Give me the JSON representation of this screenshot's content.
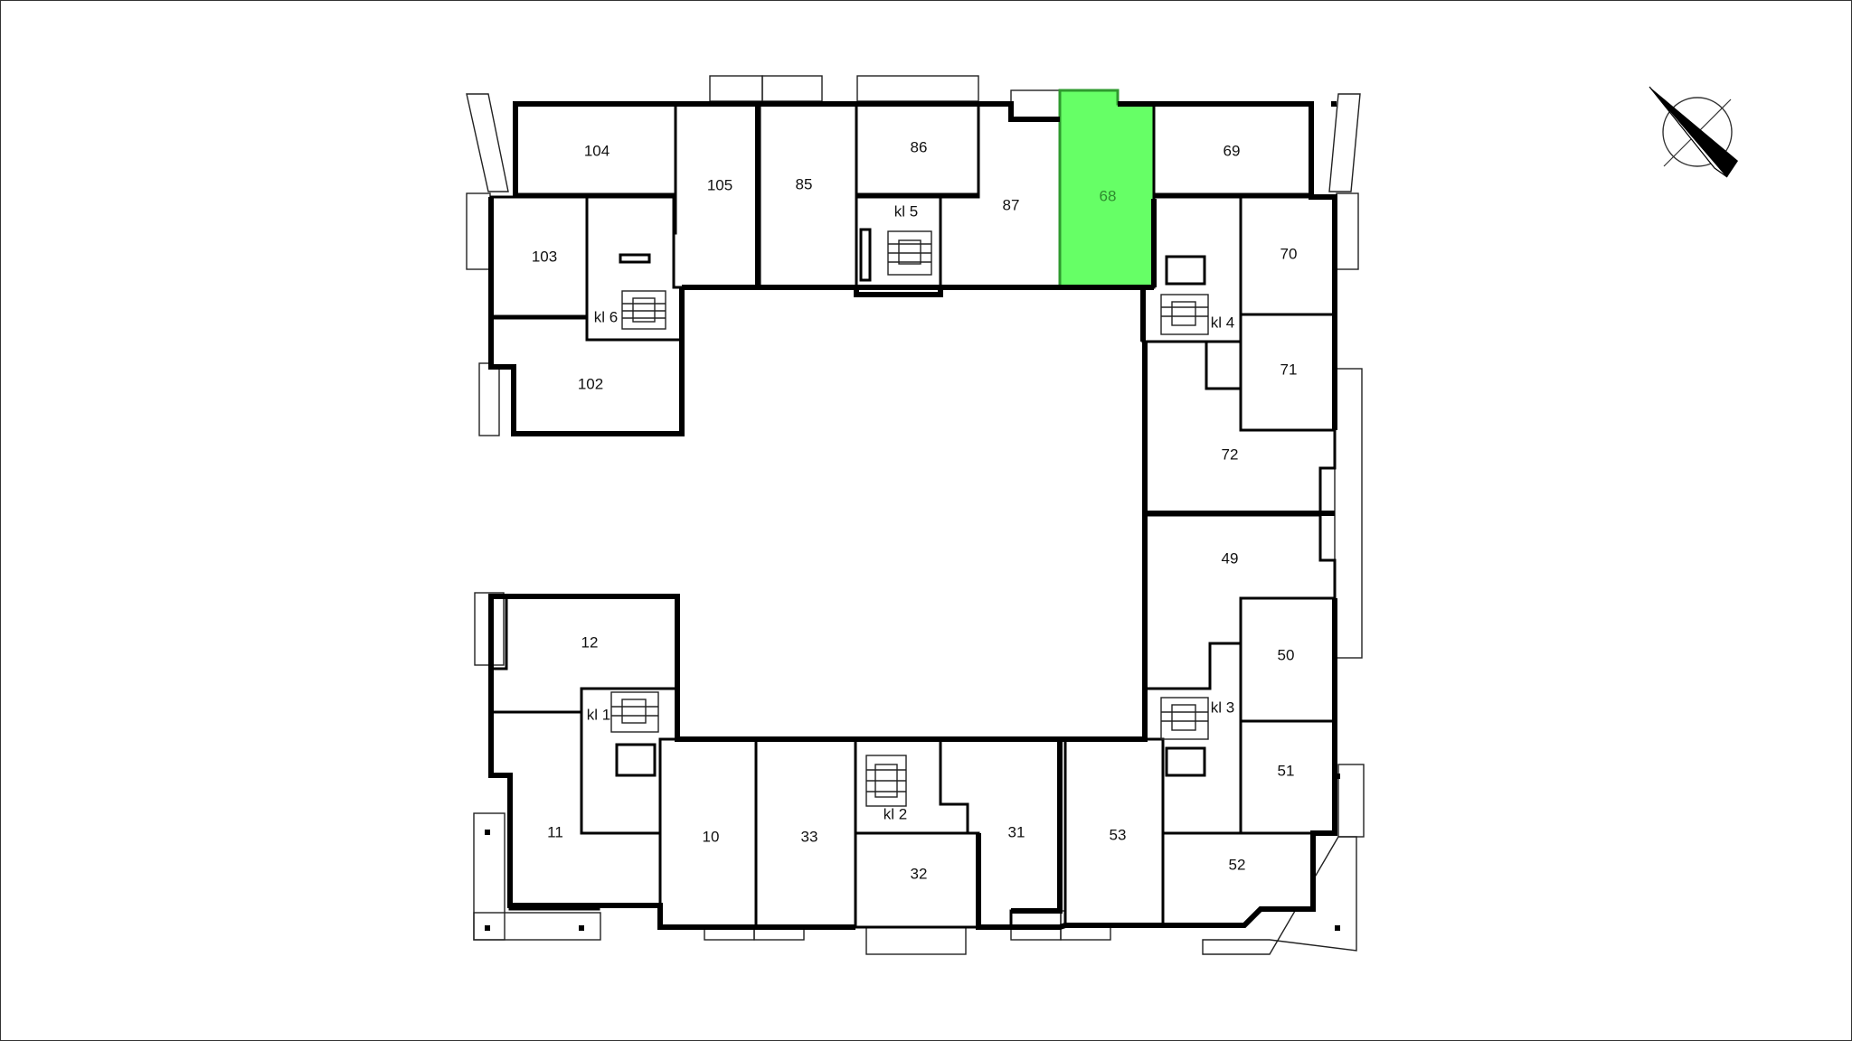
{
  "plan": {
    "units": [
      "104",
      "105",
      "85",
      "86",
      "87",
      "68",
      "69",
      "103",
      "kl 6",
      "102",
      "kl 5",
      "70",
      "kl 4",
      "71",
      "72",
      "49",
      "50",
      "kl 3",
      "51",
      "52",
      "12",
      "kl 1",
      "11",
      "10",
      "33",
      "kl 2",
      "32",
      "31",
      "53"
    ],
    "highlighted_unit": "68",
    "highlight_color": "#66ff66",
    "highlight_border": "#2e9a2e"
  },
  "compass": {
    "icon": "north-arrow-icon"
  }
}
